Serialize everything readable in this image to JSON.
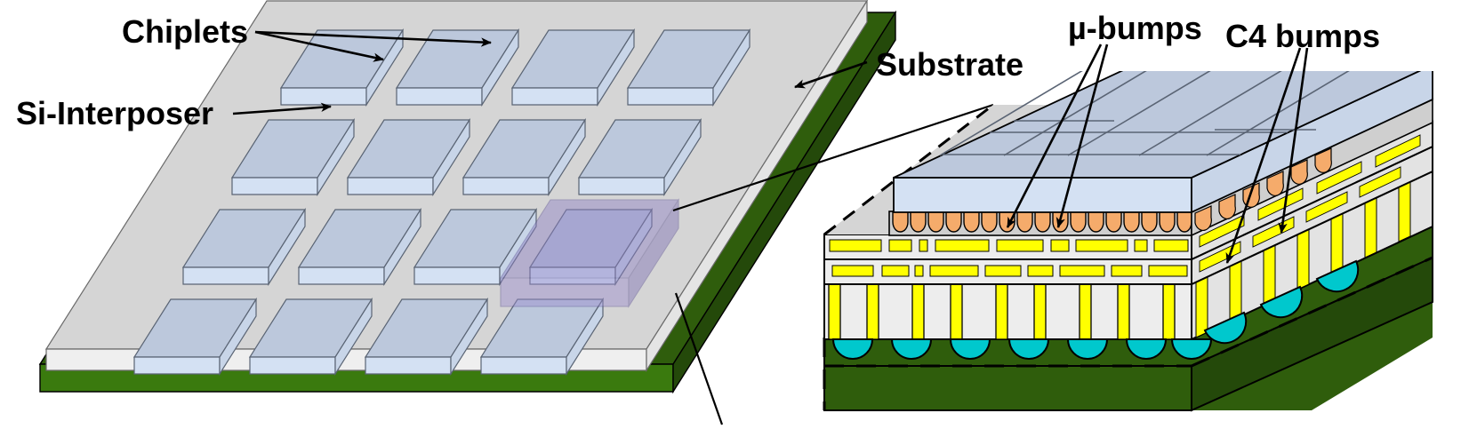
{
  "figure": {
    "title": "2.5D chiplet package: chiplets on silicon interposer over organic substrate",
    "type": "cross-section-and-isometric-schematic"
  },
  "labels": {
    "chiplets": "Chiplets",
    "si_interposer": "Si-Interposer",
    "substrate": "Substrate",
    "u_bumps": "µ-bumps",
    "c4_bumps": "C4 bumps"
  },
  "colors": {
    "chiplet_top": "#bcc8dc",
    "chiplet_front": "#d4e1f3",
    "chiplet_side": "#c8d5e8",
    "chiplet_stroke": "#5a6474",
    "interposer_top": "#d5d5d5",
    "interposer_front": "#efefef",
    "interposer_side": "#e4e4e4",
    "substrate_top": "#2f5d0c",
    "substrate_front": "#3a7a0e",
    "substrate_side": "#24490a",
    "ubump": "#f5ab6b",
    "underfill": "#cfcfcf",
    "dielectric": "#ededed",
    "metal": "#ffff00",
    "c4bump": "#00c8cd",
    "highlight_fill": "#8d7fc4",
    "outline": "#000000"
  },
  "left_package": {
    "name": "isometric-package-view",
    "chiplet_grid": {
      "rows": 4,
      "cols": 4,
      "total": 16
    },
    "highlighted_chiplet": {
      "row": 3,
      "col": 4,
      "note": "violet translucent callout box"
    }
  },
  "right_detail": {
    "name": "cutaway-cross-section-view",
    "stack_layers": [
      {
        "order": 1,
        "layer": "Chiplets (dies)"
      },
      {
        "order": 2,
        "layer": "µ-bumps in underfill"
      },
      {
        "order": 3,
        "layer": "Interposer back-end metal layer 1"
      },
      {
        "order": 4,
        "layer": "Interposer back-end metal layer 2"
      },
      {
        "order": 5,
        "layer": "Through-silicon vias (TSVs)"
      },
      {
        "order": 6,
        "layer": "C4 bumps"
      },
      {
        "order": 7,
        "layer": "Substrate"
      }
    ],
    "ubump_count_front": 17,
    "c4_count_front": 7,
    "tsv_pairs_front": 8
  }
}
